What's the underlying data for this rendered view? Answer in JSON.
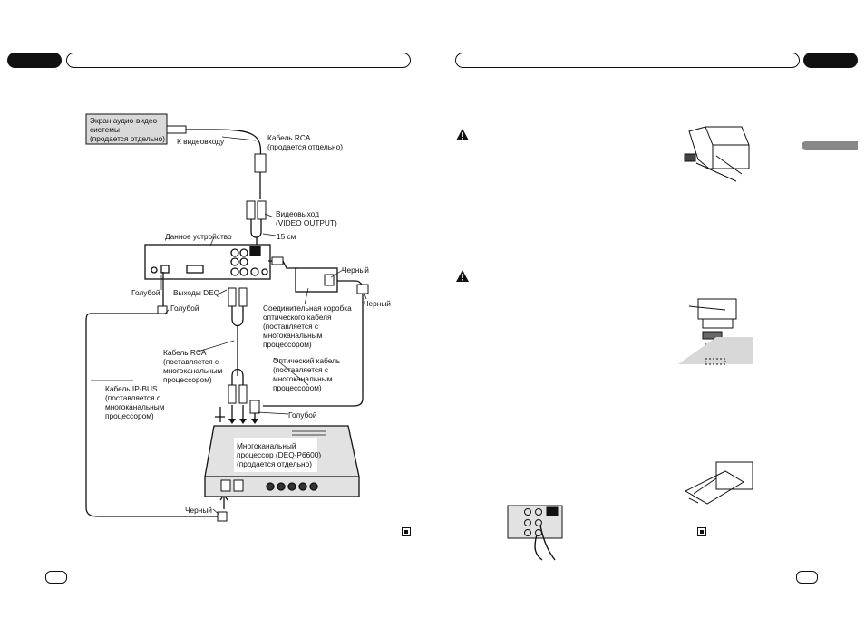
{
  "diagram": {
    "display_box": "Экран аудио-видео\nсистемы\n(продается отдельно)",
    "to_video_input": "К видеовходу",
    "rca_cable_top": "Кабель RCA",
    "rca_cable_top_note": "(продается отдельно)",
    "video_output": "Видеовыход\n(VIDEO OUTPUT)",
    "length_15cm": "15 см",
    "this_unit": "Данное устройство",
    "black_1": "Черный",
    "blue_1": "Голубой",
    "deq_outputs": "Выходы DEQ",
    "blue_2": "Голубой",
    "junction_box": "Соединительная коробка\nоптического кабеля\n(поставляется с\nмногоканальным\nпроцессором)",
    "black_2": "Черный",
    "rca_cable_mid": "Кабель RCA\n(поставляется с\nмногоканальным\nпроцессором)",
    "optical_cable": "Оптический кабель\n(поставляется с\nмногоканальным\nпроцессором)",
    "ipbus_cable": "Кабель IP-BUS\n(поставляется с\nмногоканальным\nпроцессором)",
    "blue_3": "Голубой",
    "processor": "Многоканальный\nпроцессор (DEQ-P6600)\n(продается отдельно)",
    "black_3": "Черный"
  },
  "icons": [
    "warning-icon",
    "warning-icon",
    "end-mark-icon",
    "end-mark-icon"
  ]
}
